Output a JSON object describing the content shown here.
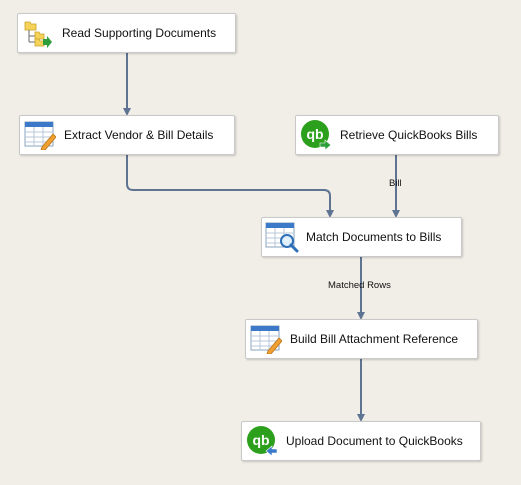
{
  "diagram": {
    "nodes": {
      "read_supporting_documents": {
        "label": "Read Supporting Documents",
        "icon": "folder-tree-icon"
      },
      "extract_vendor_bill_details": {
        "label": "Extract Vendor & Bill Details",
        "icon": "table-edit-icon"
      },
      "retrieve_quickbooks_bills": {
        "label": "Retrieve QuickBooks Bills",
        "icon": "quickbooks-source-icon"
      },
      "match_documents_to_bills": {
        "label": "Match Documents to Bills",
        "icon": "table-search-icon"
      },
      "build_bill_attachment_reference": {
        "label": "Build Bill Attachment Reference",
        "icon": "table-edit-icon"
      },
      "upload_document_to_quickbooks": {
        "label": "Upload Document to QuickBooks",
        "icon": "quickbooks-destination-icon"
      }
    },
    "edges": [
      {
        "from": "read_supporting_documents",
        "to": "extract_vendor_bill_details",
        "label": ""
      },
      {
        "from": "extract_vendor_bill_details",
        "to": "match_documents_to_bills",
        "label": ""
      },
      {
        "from": "retrieve_quickbooks_bills",
        "to": "match_documents_to_bills",
        "label": "Bill"
      },
      {
        "from": "match_documents_to_bills",
        "to": "build_bill_attachment_reference",
        "label": "Matched Rows"
      },
      {
        "from": "build_bill_attachment_reference",
        "to": "upload_document_to_quickbooks",
        "label": ""
      }
    ],
    "edge_labels": {
      "bill": "Bill",
      "matched_rows": "Matched Rows"
    },
    "colors": {
      "background": "#f1eee7",
      "connector": "#5f7393",
      "quickbooks_green": "#2ca01c"
    }
  }
}
